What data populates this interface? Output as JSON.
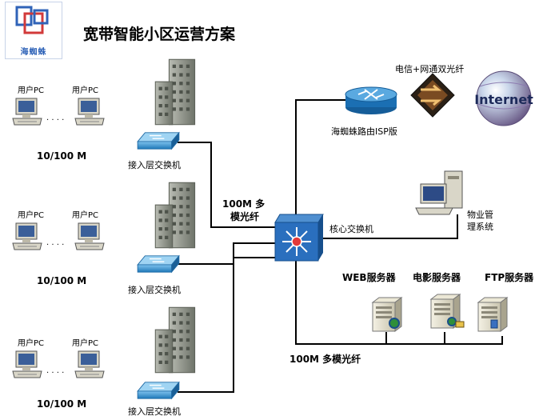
{
  "logo": {
    "text": "海蜘蛛"
  },
  "title": "宽带智能小区运营方案",
  "pc_label": "用户PC",
  "dots": ". . . .",
  "speed_label": "10/100 M",
  "access_switch_label": "接入层交换机",
  "uplink_label": [
    "100M 多",
    "模光纤"
  ],
  "core_switch_label": "核心交换机",
  "router_label": "海蜘蛛路由ISP版",
  "isp_label": "电信+网通双光纤",
  "internet_label": "Internet",
  "property_label": [
    "物业管",
    "理系统"
  ],
  "servers": {
    "web": "WEB服务器",
    "movie": "电影服务器",
    "ftp": "FTP服务器"
  },
  "server_link_label": "100M 多模光纤",
  "colors": {
    "link": "#000000",
    "switch": "#2a7fbf",
    "core": "#1f63b3",
    "router": "#1b6fb3",
    "building": "#8a8f86",
    "globe": "#2c5fa8"
  }
}
